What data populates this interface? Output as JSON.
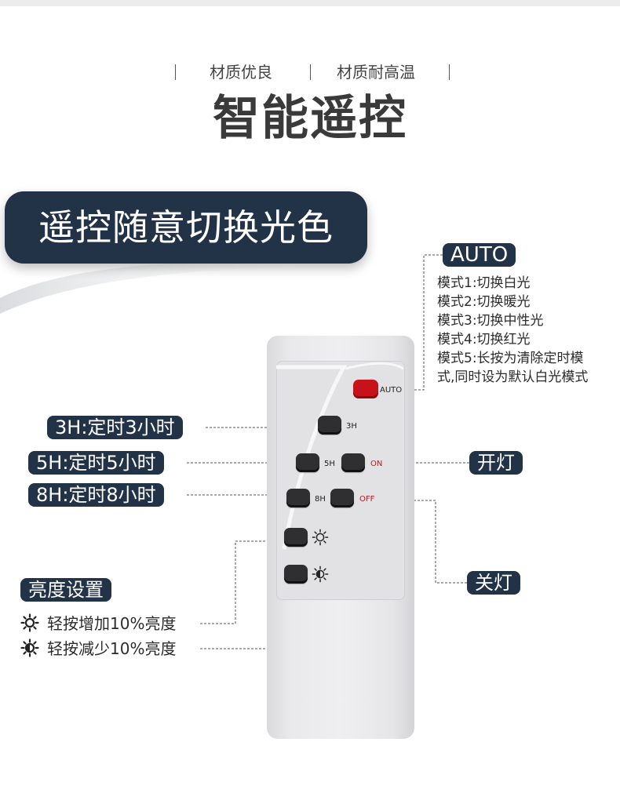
{
  "header": {
    "tags": [
      "材质优良",
      "材质耐高温"
    ],
    "title": "智能遥控"
  },
  "banner": {
    "text": "遥控随意切换光色"
  },
  "auto_section": {
    "label": "AUTO",
    "modes": [
      "模式1:切换白光",
      "模式2:切换暖光",
      "模式3:切换中性光",
      "模式4:切换红光",
      "模式5:长按为清除定时模",
      "式,同时设为默认白光模式"
    ]
  },
  "timers": [
    {
      "label": "3H:定时3小时"
    },
    {
      "label": "5H:定时5小时"
    },
    {
      "label": "8H:定时8小时"
    }
  ],
  "power": {
    "on_label": "开灯",
    "off_label": "关灯"
  },
  "brightness": {
    "title": "亮度设置",
    "increase": "轻按增加10%亮度",
    "decrease": "轻按减少10%亮度"
  },
  "remote": {
    "buttons": {
      "auto": "AUTO",
      "h3": "3H",
      "h5": "5H",
      "on": "ON",
      "h8": "8H",
      "off": "OFF"
    },
    "icons": [
      "sun-icon",
      "half-sun-icon"
    ]
  },
  "colors": {
    "label_bg": "#223247",
    "auto_button": "#c8121a",
    "button": "#2f2f31",
    "remote_body": "#ececee"
  }
}
